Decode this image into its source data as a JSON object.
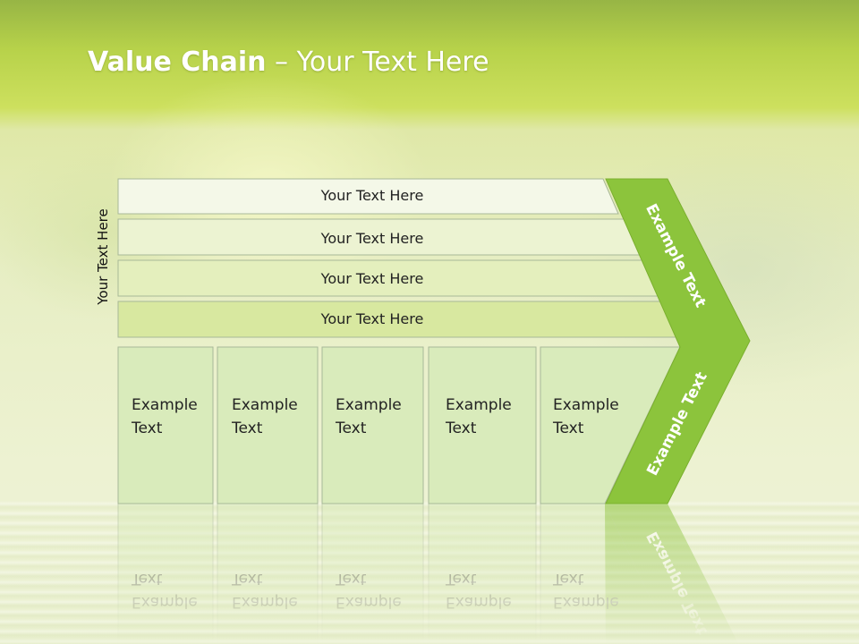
{
  "title": {
    "bold": "Value Chain",
    "rest": " – Your Text Here"
  },
  "side_label": "Your Text Here",
  "support_rows": [
    {
      "label": "Your Text Here",
      "fill": "#f4f8e8"
    },
    {
      "label": "Your Text Here",
      "fill": "#ecf3d2"
    },
    {
      "label": "Your Text Here",
      "fill": "#e4efbd"
    },
    {
      "label": "Your Text Here",
      "fill": "#d8e8a0"
    }
  ],
  "primary_boxes": [
    {
      "line1": "Example",
      "line2": "Text"
    },
    {
      "line1": "Example",
      "line2": "Text"
    },
    {
      "line1": "Example",
      "line2": "Text"
    },
    {
      "line1": "Example",
      "line2": "Text"
    },
    {
      "line1": "Example",
      "line2": "Text"
    }
  ],
  "arrow": {
    "upper_label": "Example Text",
    "lower_label": "Example Text",
    "fill": "#8cc43c"
  },
  "colors": {
    "box_fill": "#d9ebbb",
    "box_border": "#a8b898",
    "row_border": "#a8b898"
  }
}
